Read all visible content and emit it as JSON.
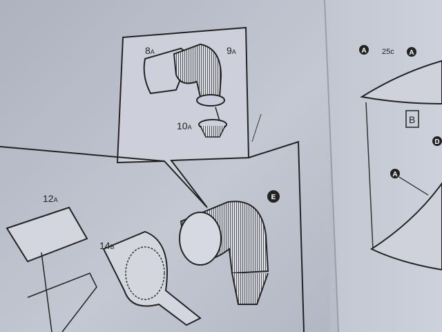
{
  "instructions": {
    "callout_parts": {
      "part_8": "8",
      "part_8_sub": "A",
      "part_9": "9",
      "part_9_sub": "A",
      "part_10": "10",
      "part_10_sub": "A"
    },
    "main_parts": {
      "part_12": "12",
      "part_12_sub": "A",
      "part_14": "14",
      "part_14_sub": "B",
      "marker_e": "E"
    },
    "right_page": {
      "part_25": "25c",
      "marker_a": "A",
      "step_box": "B",
      "marker_d": "D"
    }
  },
  "colors": {
    "paper_left": "#c2c6d2",
    "paper_right": "#c9cdd8",
    "ink": "#222222"
  }
}
